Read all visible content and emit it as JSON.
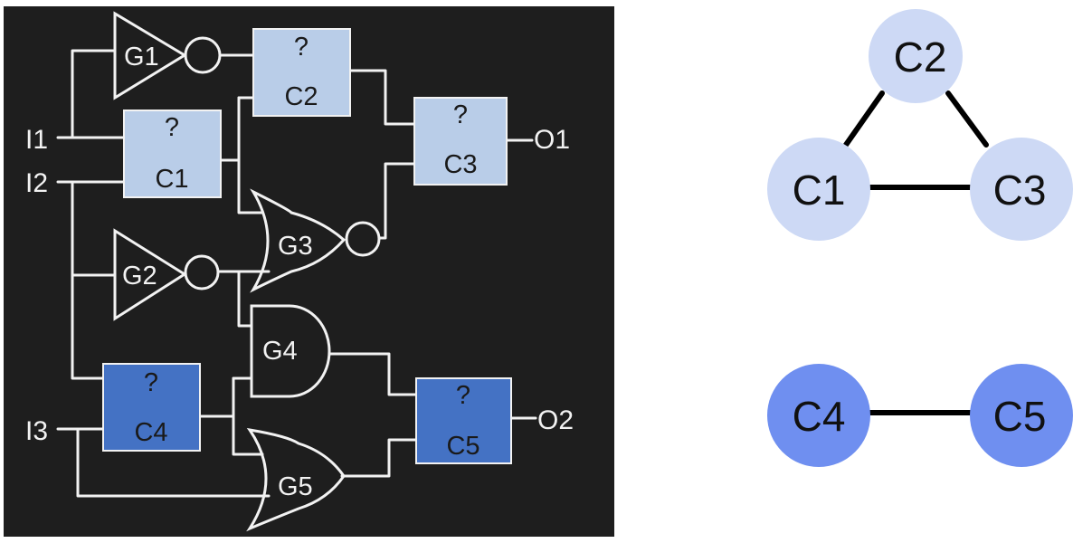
{
  "colors": {
    "panel_bg": "#1e1e1e",
    "wire": "#f2f2f2",
    "cluster_light": "#b9cde8",
    "cluster_dark": "#4472c4",
    "node_light": "#cdd9f5",
    "node_dark": "#6f8ff0",
    "edge": "#000000"
  },
  "circuit": {
    "inputs": [
      "I1",
      "I2",
      "I3"
    ],
    "outputs": [
      "O1",
      "O2"
    ],
    "gates": [
      "G1",
      "G2",
      "G3",
      "G4",
      "G5"
    ],
    "unknown_blocks": [
      {
        "mark": "?",
        "label": "C1"
      },
      {
        "mark": "?",
        "label": "C2"
      },
      {
        "mark": "?",
        "label": "C3"
      },
      {
        "mark": "?",
        "label": "C4"
      },
      {
        "mark": "?",
        "label": "C5"
      }
    ]
  },
  "graph": {
    "nodes": [
      "C1",
      "C2",
      "C3",
      "C4",
      "C5"
    ],
    "edges": [
      [
        "C1",
        "C2"
      ],
      [
        "C2",
        "C3"
      ],
      [
        "C1",
        "C3"
      ],
      [
        "C4",
        "C5"
      ]
    ]
  }
}
